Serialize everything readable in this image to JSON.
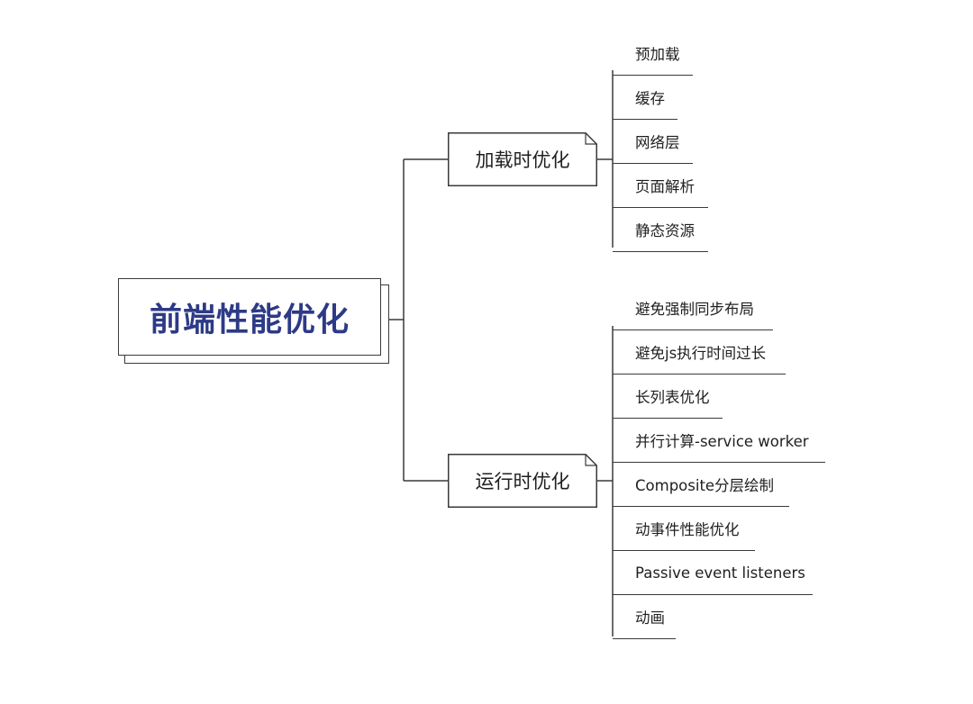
{
  "root": {
    "title": "前端性能优化",
    "title_color": "#2d3a86"
  },
  "branches": [
    {
      "title": "加载时优化",
      "children": [
        "预加载",
        "缓存",
        "网络层",
        "页面解析",
        "静态资源"
      ]
    },
    {
      "title": "运行时优化",
      "children": [
        "避免强制同步布局",
        "避免js执行时间过长",
        "长列表优化",
        "并行计算-service worker",
        "Composite分层绘制",
        "动事件性能优化",
        "Passive event listeners",
        "动画"
      ]
    }
  ],
  "colors": {
    "line": "#3a3a3a",
    "background": "#ffffff"
  }
}
